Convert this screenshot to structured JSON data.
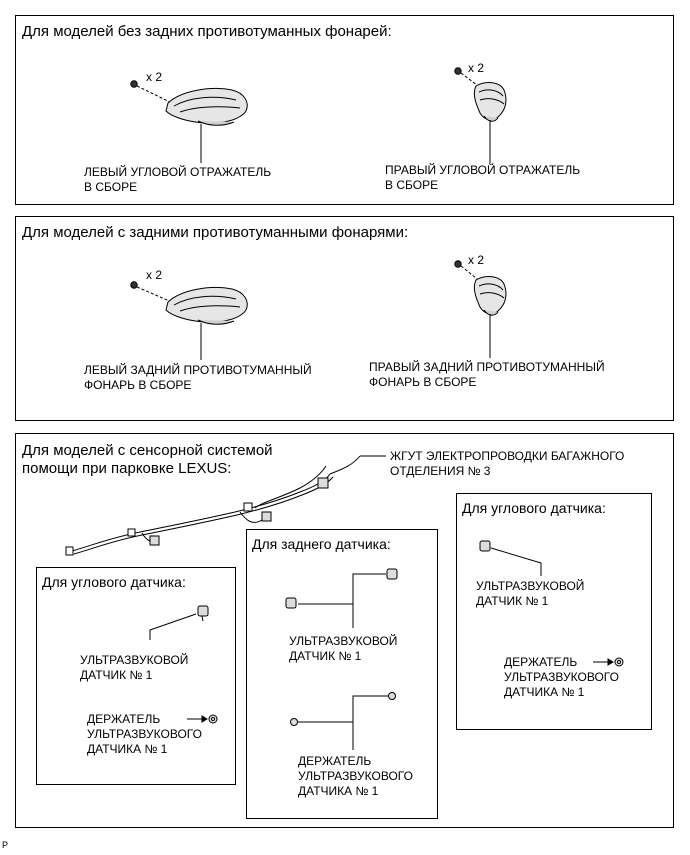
{
  "panels": {
    "no_fog": {
      "heading": "Для моделей без задних противотуманных фонарей:",
      "left_qty": "x 2",
      "right_qty": "x 2",
      "left_label_1": "ЛЕВЫЙ УГЛОВОЙ ОТРАЖАТЕЛЬ",
      "left_label_2": "В СБОРЕ",
      "right_label_1": "ПРАВЫЙ УГЛОВОЙ ОТРАЖАТЕЛЬ",
      "right_label_2": "В СБОРЕ"
    },
    "with_fog": {
      "heading": "Для моделей с задними противотуманными фонарями:",
      "left_qty": "x 2",
      "right_qty": "x 2",
      "left_label_1": "ЛЕВЫЙ ЗАДНИЙ ПРОТИВОТУМАННЫЙ",
      "left_label_2": "ФОНАРЬ В СБОРЕ",
      "right_label_1": "ПРАВЫЙ ЗАДНИЙ ПРОТИВОТУМАННЫЙ",
      "right_label_2": "ФОНАРЬ В СБОРЕ"
    },
    "parking": {
      "heading_1": "Для моделей с сенсорной системой",
      "heading_2": "помощи при парковке LEXUS:",
      "harness_label_1": "ЖГУТ ЭЛЕКТРОПРОВОДКИ БАГАЖНОГО",
      "harness_label_2": "ОТДЕЛЕНИЯ № 3",
      "corner_left": {
        "heading": "Для углового датчика:",
        "sensor_1": "УЛЬТРАЗВУКОВОЙ",
        "sensor_2": "ДАТЧИК № 1",
        "holder_1": "ДЕРЖАТЕЛЬ",
        "holder_2": "УЛЬТРАЗВУКОВОГО",
        "holder_3": "ДАТЧИКА № 1"
      },
      "rear": {
        "heading": "Для заднего датчика:",
        "sensor_1": "УЛЬТРАЗВУКОВОЙ",
        "sensor_2": "ДАТЧИК № 1",
        "holder_1": "ДЕРЖАТЕЛЬ",
        "holder_2": "УЛЬТРАЗВУКОВОГО",
        "holder_3": "ДАТЧИКА № 1"
      },
      "corner_right": {
        "heading": "Для углового датчика:",
        "sensor_1": "УЛЬТРАЗВУКОВОЙ",
        "sensor_2": "ДАТЧИК № 1",
        "holder_1": "ДЕРЖАТЕЛЬ",
        "holder_2": "УЛЬТРАЗВУКОВОГО",
        "holder_3": "ДАТЧИКА № 1"
      }
    }
  },
  "figure_ref": "P"
}
